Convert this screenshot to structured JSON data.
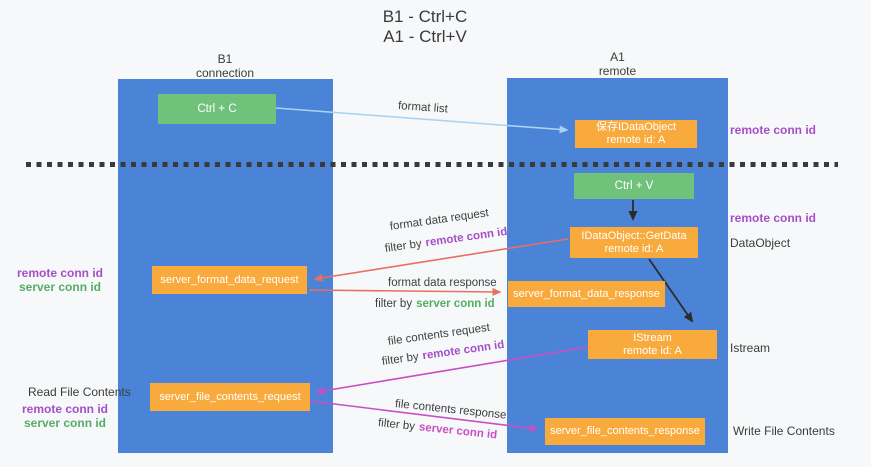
{
  "title": {
    "line1": "B1 - Ctrl+C",
    "line2": "A1 - Ctrl+V"
  },
  "lanes": {
    "b1": {
      "name": "B1",
      "role": "connection"
    },
    "a1": {
      "name": "A1",
      "role": "remote"
    }
  },
  "nodes": {
    "ctrl_c": {
      "label": "Ctrl + C"
    },
    "ctrl_v": {
      "label": "Ctrl + V"
    },
    "save_idataobject": {
      "line1": "保存IDataObject",
      "line2": "remote id: A"
    },
    "idataobject_getdata": {
      "line1": "IDataObject::GetData",
      "line2": "remote id: A"
    },
    "istream": {
      "line1": "IStream",
      "line2": "remote id: A"
    },
    "server_format_data_request": {
      "label": "server_format_data_request"
    },
    "server_format_data_response": {
      "label": "server_format_data_response"
    },
    "server_file_contents_request": {
      "label": "server_file_contents_request"
    },
    "server_file_contents_response": {
      "label": "server_file_contents_response"
    }
  },
  "edges": {
    "format_list": {
      "label": "format list"
    },
    "format_data_request": {
      "label": "format data request",
      "filter_prefix": "filter by",
      "filter_key": "remote conn id"
    },
    "format_data_response": {
      "label": "format data response",
      "filter_prefix": "filter by",
      "filter_key": "server conn id"
    },
    "file_contents_request": {
      "label": "file contents request",
      "filter_prefix": "filter by",
      "filter_key": "remote conn id"
    },
    "file_contents_response": {
      "label": "file contents response",
      "filter_prefix": "filter by",
      "filter_key": "server conn id"
    }
  },
  "annotations": {
    "right_remote_conn_top": "remote conn id",
    "right_remote_conn_mid": "remote conn id",
    "right_dataobject": "DataObject",
    "right_istream": "Istream",
    "right_write_file": "Write File Contents",
    "left_format_remote": "remote conn id",
    "left_format_server": "server conn id",
    "left_read_file": "Read File Contents",
    "left_file_remote": "remote conn id",
    "left_file_server": "server conn id"
  },
  "colors": {
    "lane_blue": "#4b84d7",
    "node_green": "#70c27b",
    "node_orange": "#f9aa3c",
    "purple_text": "#a64fc8",
    "green_text": "#53ae63",
    "red_arrow": "#e96e63",
    "magenta_arrow": "#c94fc4",
    "light_blue_arrow": "#a9d4f1",
    "black_arrow": "#2b2b2b"
  }
}
